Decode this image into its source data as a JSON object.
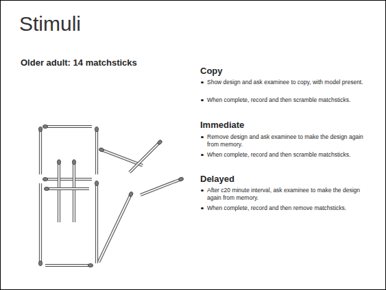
{
  "diagram": {
    "title": "Stimuli",
    "labels": [
      "Older adult: 14 matchsticks",
      "Copy",
      "Show design and ask examinee to copy, with model present.",
      "When complete, record and then scramble matchsticks.",
      "Immediate",
      "Remove design and ask examinee to make the design again from memory.",
      "When complete, record and then scramble matchsticks.",
      "Delayed",
      "After c20 minute interval, ask examinee to make the design again from memory.",
      "When complete, record and then remove matchsticks."
    ]
  }
}
